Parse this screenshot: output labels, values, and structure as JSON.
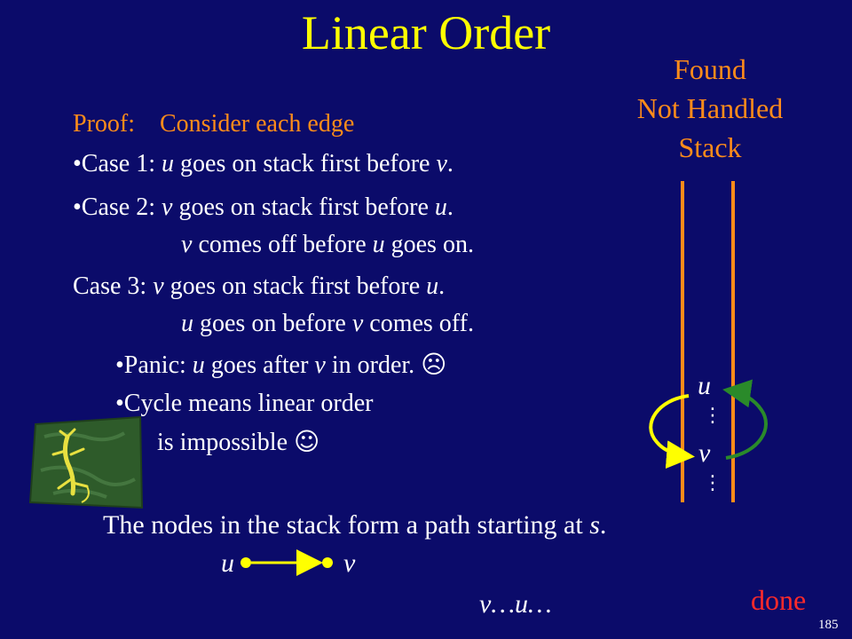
{
  "title": "Linear Order",
  "column_header": [
    "Found",
    "Not Handled",
    "Stack"
  ],
  "proof": {
    "label": "Proof:",
    "intro": "Consider each edge",
    "case1": {
      "prefix": "•Case 1: ",
      "u": "u",
      "mid": " goes on stack first before ",
      "v": "v",
      "end": "."
    },
    "case2": {
      "prefix": "•Case 2: ",
      "v": "v",
      "mid": " goes on stack first before ",
      "u": "u",
      "end": "."
    },
    "case2b": {
      "v": "v",
      "mid": " comes off before ",
      "u": "u",
      "end": " goes on."
    },
    "case3": {
      "prefix": "Case 3: ",
      "v": "v",
      "mid": " goes on stack first before ",
      "u": "u",
      "end": "."
    },
    "case3b": {
      "u": "u",
      "mid": " goes on before ",
      "v": "v",
      "end": " comes off."
    },
    "panic": {
      "prefix": "•Panic: ",
      "u": "u",
      "mid": " goes after ",
      "v": "v",
      "end": " in order. ",
      "face": "☹"
    },
    "cycle1": "•Cycle means linear order",
    "cycle2": "is impossible ",
    "cycle_face": "☺"
  },
  "stack_labels": {
    "u": "u",
    "v": "v",
    "dots": "⋮"
  },
  "nodes_sentence": {
    "text": "The nodes in the stack form a path starting at ",
    "s": "s",
    "end": "."
  },
  "edge": {
    "u": "u",
    "v": "v"
  },
  "order": "v…u…",
  "done": "done",
  "slide_number": "185",
  "colors": {
    "background": "#0b0b6a",
    "title": "#ffff00",
    "orange": "#ff8c1a",
    "green": "#2a8a2a",
    "red": "#ff2a2a"
  }
}
